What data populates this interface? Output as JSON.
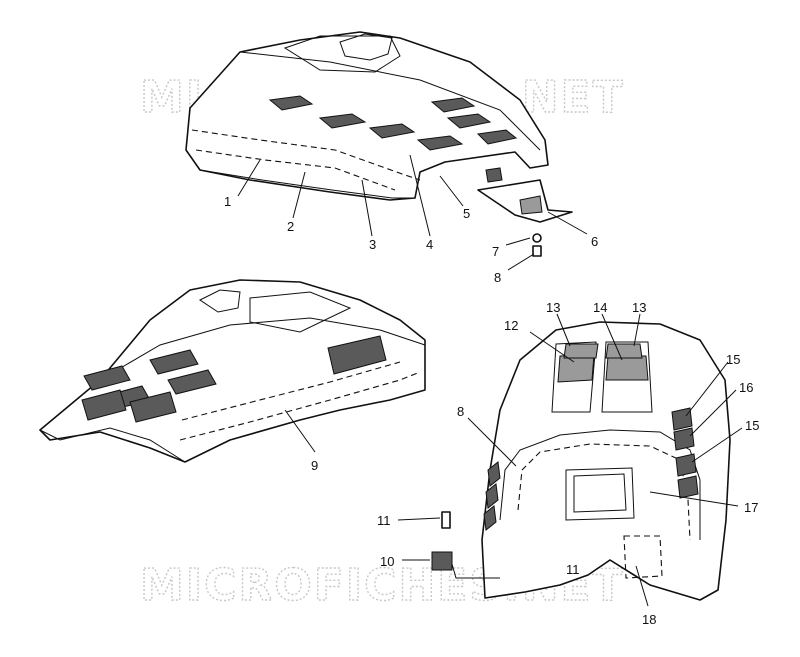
{
  "watermark": {
    "top": "MICROFICHES.NET",
    "bottom": "MICROFICHES.NET"
  },
  "callouts": {
    "c1": "1",
    "c2": "2",
    "c3": "3",
    "c4": "4",
    "c5": "5",
    "c6": "6",
    "c7": "7",
    "c8a": "8",
    "c9": "9",
    "c12": "12",
    "c13a": "13",
    "c14": "14",
    "c13b": "13",
    "c15a": "15",
    "c16": "16",
    "c8b": "8",
    "c15b": "15",
    "c17": "17",
    "c11a": "11",
    "c10": "10",
    "c11b": "11",
    "c18": "18"
  }
}
